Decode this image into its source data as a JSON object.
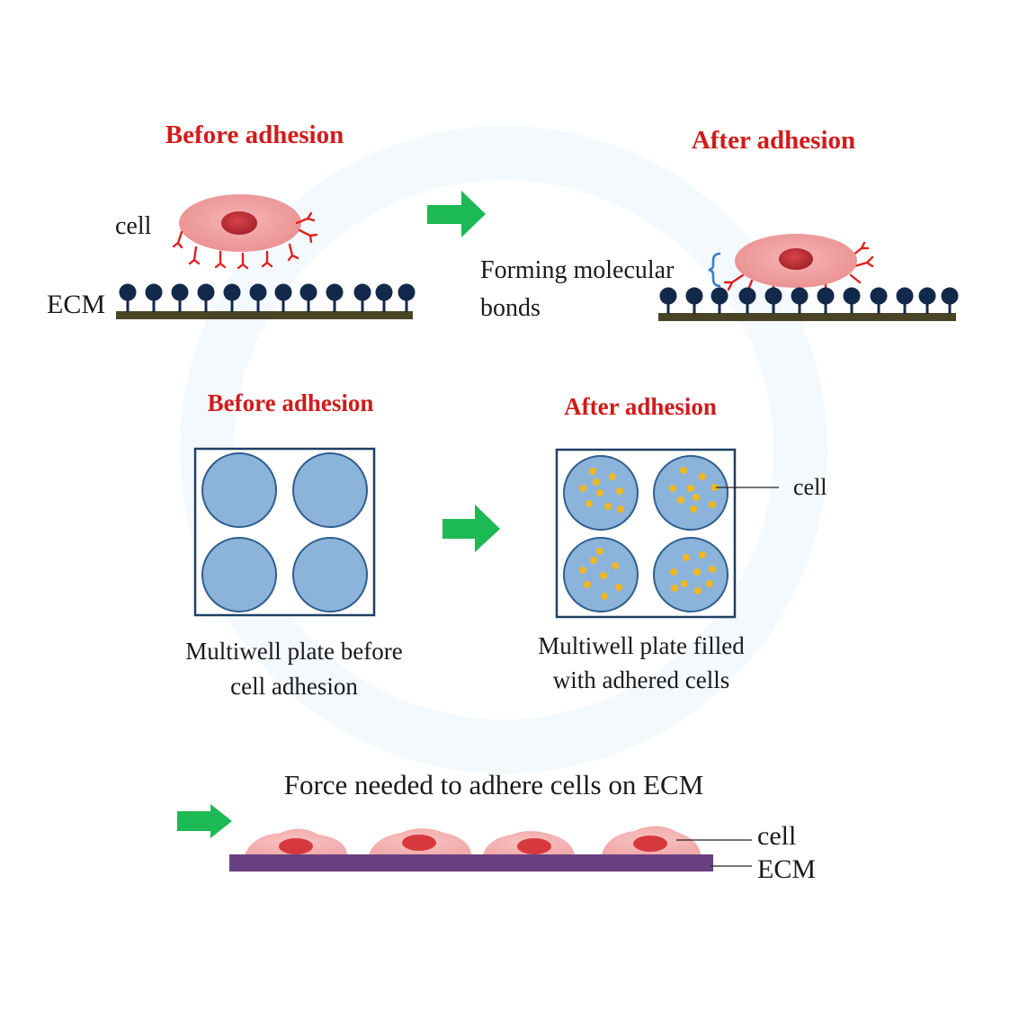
{
  "top_panel": {
    "before_title": "Before adhesion",
    "after_title": "After adhesion",
    "cell_label": "cell",
    "ecm_label": "ECM",
    "bonds_label_line1": "Forming molecular",
    "bonds_label_line2": "bonds"
  },
  "middle_panel": {
    "before_title": "Before adhesion",
    "after_title": "After adhesion",
    "cell_label": "cell",
    "before_caption_line1": "Multiwell plate before",
    "before_caption_line2": "cell adhesion",
    "after_caption_line1": "Multiwell plate filled",
    "after_caption_line2": "with adhered cells"
  },
  "bottom_panel": {
    "title": "Force needed to adhere cells on ECM",
    "cell_label": "cell",
    "ecm_label": "ECM"
  },
  "colors": {
    "title_red": "#d11b1b",
    "arrow_green": "#1db954",
    "cell_pink": "#f0a0a0",
    "nucleus_red": "#c8393a",
    "receptor_red": "#e0201f",
    "ligand_navy": "#13294b",
    "ecm_olive": "#4a4426",
    "well_blue": "#8cb3da",
    "well_edge": "#2f5f8f",
    "dot_yellow": "#f0b820",
    "ecm_purple": "#6a4080",
    "bracket_blue": "#3b7fc4"
  },
  "icons": [
    "right-arrow-icon",
    "curly-bracket-icon"
  ]
}
